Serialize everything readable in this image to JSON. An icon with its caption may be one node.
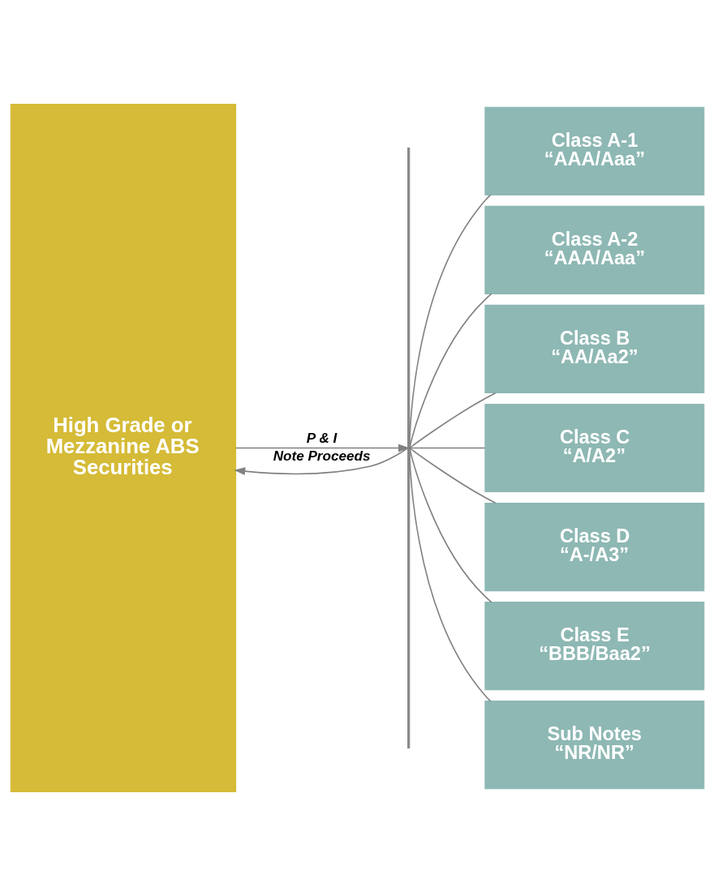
{
  "diagram": {
    "nodes": [
      {
        "text": [
          "High Grade or Mezzanine ABS Securities"
        ]
      },
      {
        "text": [],
        "shape": "bar"
      },
      {
        "text": [
          "Class A-1",
          "“AAA/Aaa”"
        ]
      },
      {
        "text": [
          "Class A-2",
          "“AAA/Aaa”"
        ]
      },
      {
        "text": [
          "Class B",
          "“AA/Aa2”"
        ]
      },
      {
        "text": [
          "Class C",
          "“A/A2”"
        ]
      },
      {
        "text": [
          "Class D",
          "“A-/A3”"
        ]
      },
      {
        "text": [
          "Class E",
          "“BBB/Baa2”"
        ]
      },
      {
        "text": [
          "Sub Notes",
          "“NR/NR”"
        ]
      }
    ],
    "edges": [
      {
        "from": 0,
        "to": 1,
        "arrow": "to",
        "label": "P & I"
      },
      {
        "from": 1,
        "to": 0,
        "arrow": "to",
        "label": "Note Proceeds"
      },
      {
        "from": 1,
        "to": 2,
        "arrow": "none"
      },
      {
        "from": 1,
        "to": 3,
        "arrow": "none"
      },
      {
        "from": 1,
        "to": 4,
        "arrow": "none"
      },
      {
        "from": 1,
        "to": 5,
        "arrow": "none"
      },
      {
        "from": 1,
        "to": 6,
        "arrow": "none"
      },
      {
        "from": 1,
        "to": 7,
        "arrow": "none"
      },
      {
        "from": 1,
        "to": 8,
        "arrow": "none"
      }
    ]
  }
}
